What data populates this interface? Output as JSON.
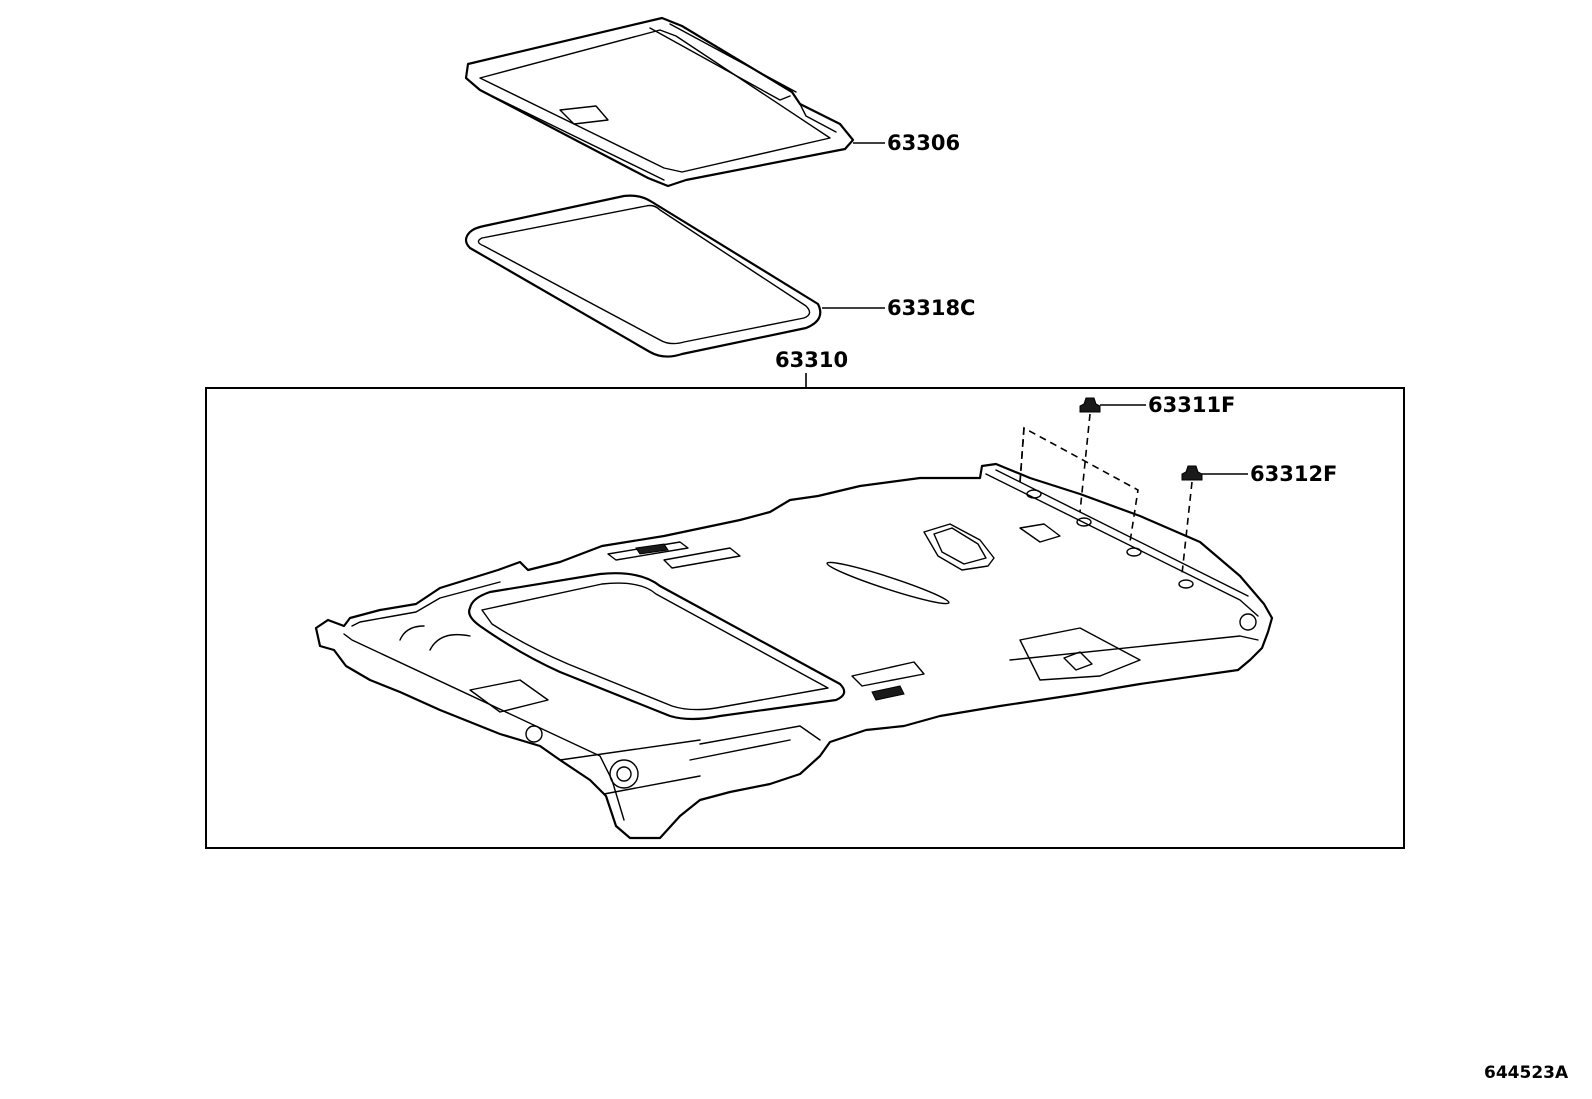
{
  "diagram": {
    "parts": {
      "shade": {
        "number": "63306"
      },
      "seal": {
        "number": "63318C"
      },
      "headliner": {
        "number": "63310"
      },
      "clip_upper": {
        "number": "63311F"
      },
      "clip_lower": {
        "number": "63312F"
      }
    },
    "illustration_id": "644523A"
  }
}
